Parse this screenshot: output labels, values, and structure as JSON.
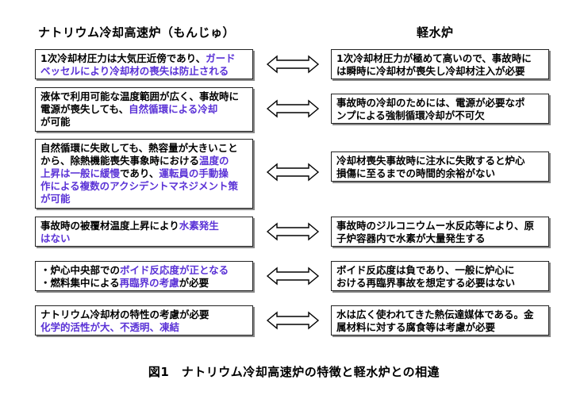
{
  "headers": {
    "left": "ナトリウム冷却高速炉（もんじゅ）",
    "right": "軽水炉"
  },
  "caption": "図1　ナトリウム冷却高速炉の特徴と軽水炉との相違",
  "colors": {
    "highlight": "#5a32d6"
  },
  "rows": [
    {
      "left": [
        [
          {
            "t": "1次冷却材圧力は大気圧近傍であり、"
          },
          {
            "t": "ガード",
            "hl": true
          }
        ],
        [
          {
            "t": "ベッセルにより冷却材の喪失は防止される",
            "hl": true
          }
        ]
      ],
      "right": [
        [
          {
            "t": "1次冷却材圧力が極めて高いので、事故時に"
          }
        ],
        [
          {
            "t": "は瞬時に冷却材が喪失し冷却材注入が必要"
          }
        ]
      ]
    },
    {
      "left": [
        [
          {
            "t": "液体で利用可能な温度範囲が広く、事故時に"
          }
        ],
        [
          {
            "t": "電源が喪失しても、"
          },
          {
            "t": "自然循環による冷却",
            "hl": true
          }
        ],
        [
          {
            "t": "が可能"
          }
        ]
      ],
      "right": [
        [
          {
            "t": "事故時の冷却のためには、電源が必要なポ"
          }
        ],
        [
          {
            "t": "ンプによる強制循環冷却が不可欠"
          }
        ]
      ]
    },
    {
      "left": [
        [
          {
            "t": "自然循環に失敗しても、熱容量が大きいこと"
          }
        ],
        [
          {
            "t": "から、除熱機能喪失事象時における"
          },
          {
            "t": "温度の",
            "hl": true
          }
        ],
        [
          {
            "t": "上昇は一般に緩慢",
            "hl": true
          },
          {
            "t": "であり、"
          },
          {
            "t": "運転員の手動操",
            "hl": true
          }
        ],
        [
          {
            "t": "作による複数のアクシデントマネジメント策",
            "hl": true
          }
        ],
        [
          {
            "t": "が可能",
            "hl": true
          }
        ]
      ],
      "right": [
        [
          {
            "t": "冷却材喪失事故時に注水に失敗すると炉心"
          }
        ],
        [
          {
            "t": "損傷に至るまでの時間的余裕がない"
          }
        ]
      ]
    },
    {
      "left": [
        [
          {
            "t": "事故時の被覆材温度上昇により"
          },
          {
            "t": "水素発生",
            "hl": true
          }
        ],
        [
          {
            "t": "はない",
            "hl": true
          }
        ]
      ],
      "right": [
        [
          {
            "t": "事故時のジルコニウムー水反応等により、原"
          }
        ],
        [
          {
            "t": "子炉容器内で水素が大量発生する"
          }
        ]
      ]
    },
    {
      "left": [
        [
          {
            "t": "・炉心中央部での"
          },
          {
            "t": "ボイド反応度が正となる",
            "hl": true
          }
        ],
        [
          {
            "t": "・燃料集中による"
          },
          {
            "t": "再臨界の考慮",
            "hl": true
          },
          {
            "t": "が必要"
          }
        ]
      ],
      "right": [
        [
          {
            "t": "ボイド反応度は負であり、一般に炉心に"
          }
        ],
        [
          {
            "t": "おける再臨界事故を想定する必要はない"
          }
        ]
      ]
    },
    {
      "left": [
        [
          {
            "t": "ナトリウム冷却材の特性の考慮が必要"
          }
        ],
        [
          {
            "t": "化学的活性が大、不透明、凍結",
            "hl": true
          }
        ]
      ],
      "right": [
        [
          {
            "t": "水は広く使われてきた熱伝達媒体である。金"
          }
        ],
        [
          {
            "t": "属材料に対する腐食等は考慮が必要"
          }
        ]
      ]
    }
  ]
}
